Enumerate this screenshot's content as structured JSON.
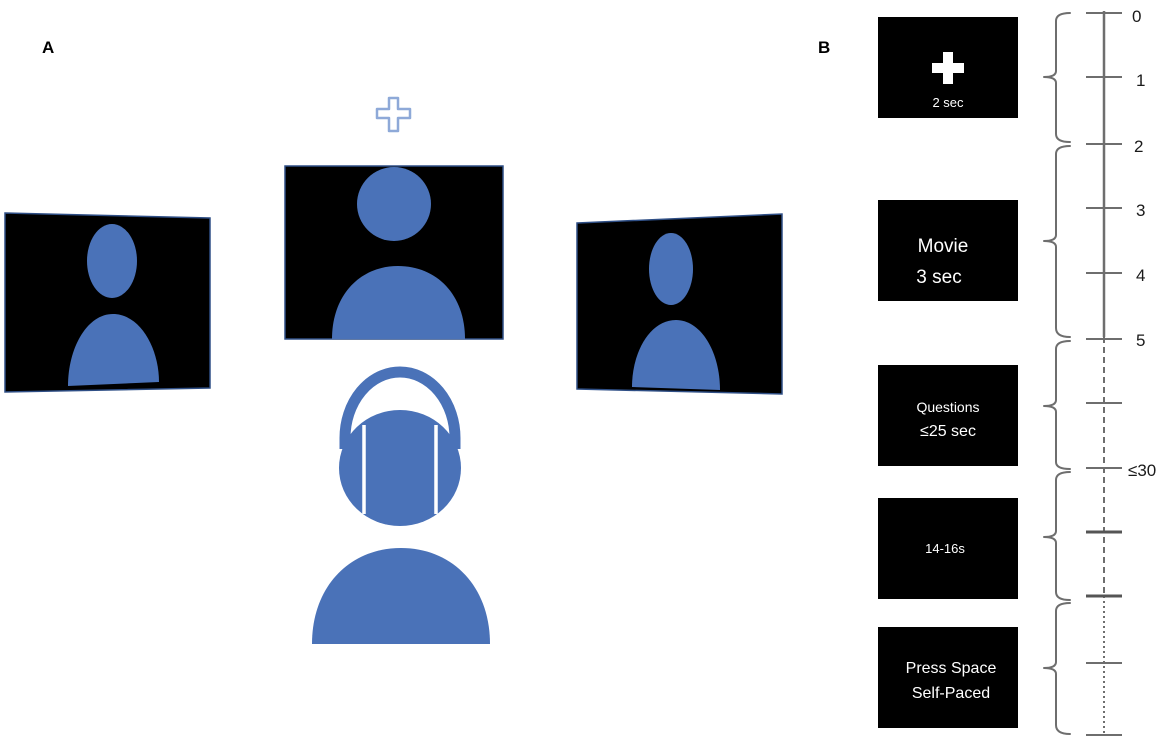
{
  "panel_a": {
    "label": "A",
    "fixation_icon": "plus-outline-icon",
    "screens": [
      "left-screen",
      "center-screen",
      "right-screen"
    ],
    "person_icon": "person-icon",
    "listener_icon": "listener-with-headphones-icon"
  },
  "panel_b": {
    "label": "B",
    "boxes": [
      {
        "lines": [
          "2 sec"
        ],
        "icon": "plus-icon"
      },
      {
        "lines": [
          "Movie",
          "3 sec"
        ]
      },
      {
        "lines": [
          "Questions",
          "≤25 sec"
        ]
      },
      {
        "lines": [
          "14-16s"
        ]
      },
      {
        "lines": [
          "Press Space",
          "Self-Paced"
        ]
      }
    ],
    "timeline_labels": [
      "0",
      "1",
      "2",
      "3",
      "4",
      "5",
      "≤30"
    ]
  },
  "colors": {
    "figure_blue": "#4a72b8",
    "outline_blue": "#8ea9d8",
    "screen_black": "#000000",
    "timeline_gray": "#6e6e6e"
  }
}
